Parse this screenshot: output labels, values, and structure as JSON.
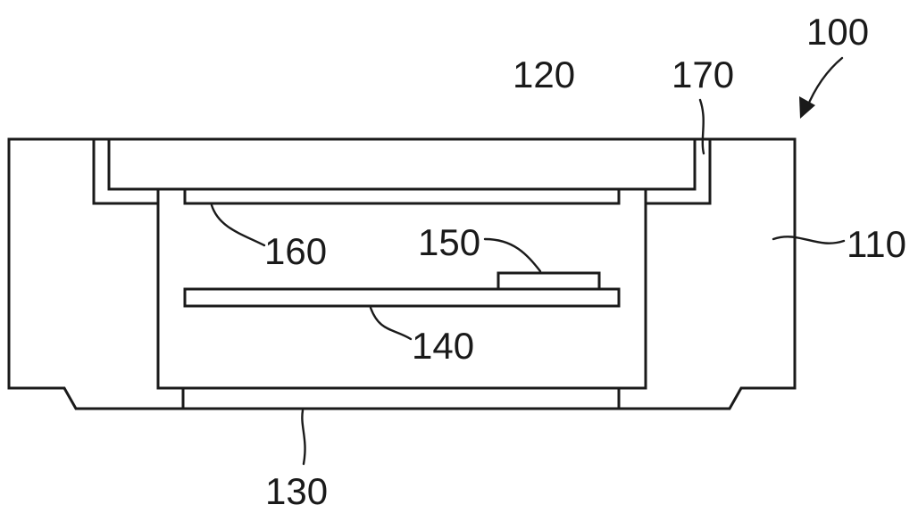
{
  "figure": {
    "labels": {
      "assembly": "100",
      "housing": "110",
      "cover": "120",
      "bottom": "130",
      "board": "140",
      "component": "150",
      "layer": "160",
      "seal": "170"
    }
  }
}
